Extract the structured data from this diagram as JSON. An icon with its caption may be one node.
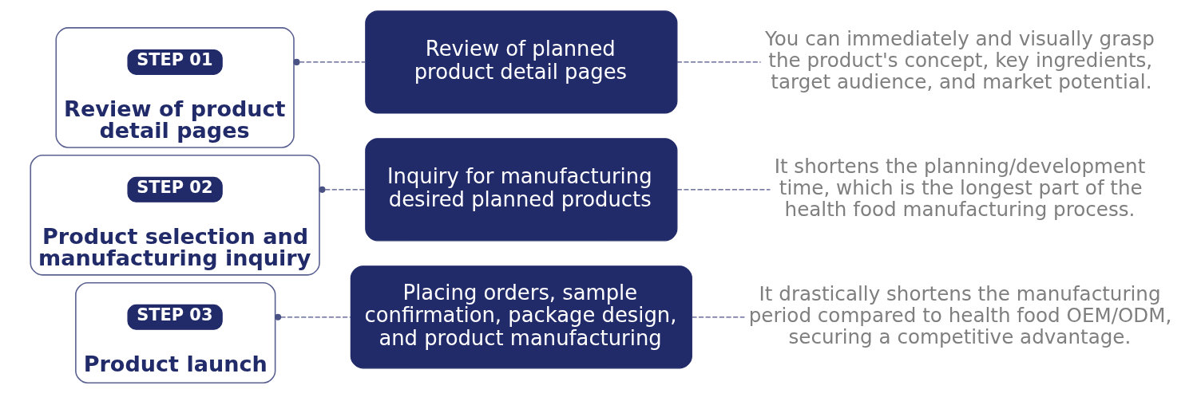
{
  "diagram": {
    "nodes": [
      {
        "text": [
          "Review of product detail pages"
        ]
      },
      {
        "text": [
          "STEP 01"
        ],
        "in": 0
      },
      {
        "text": [
          "Review of planned product detail pages"
        ]
      },
      {
        "text": [
          "You can immediately and visually grasp the product's concept, key ingredients, target audience, and market potential."
        ]
      },
      {
        "text": [
          "Product selection and manufacturing inquiry"
        ]
      },
      {
        "text": [
          "STEP 02"
        ],
        "in": 4
      },
      {
        "text": [
          "Inquiry for manufacturing desired planned products"
        ]
      },
      {
        "text": [
          "It shortens the planning/development time, which is the longest part of the health food manufacturing process."
        ]
      },
      {
        "text": [
          "Product launch"
        ]
      },
      {
        "text": [
          "STEP 03"
        ],
        "in": 8
      },
      {
        "text": [
          "Placing orders, sample confirmation, package design, and product manufacturing"
        ]
      },
      {
        "text": [
          "It drastically shortens the manufacturing period compared to health food OEM/ODM, securing a competitive advantage."
        ]
      }
    ],
    "edges": [
      {
        "from": 0,
        "to": 2,
        "arrow": "other",
        "style": "dashed"
      },
      {
        "from": 2,
        "to": 3,
        "arrow": "none",
        "style": "dashed"
      },
      {
        "from": 4,
        "to": 6,
        "arrow": "other",
        "style": "dashed"
      },
      {
        "from": 6,
        "to": 7,
        "arrow": "none",
        "style": "dashed"
      },
      {
        "from": 8,
        "to": 10,
        "arrow": "other",
        "style": "dashed"
      },
      {
        "from": 10,
        "to": 11,
        "arrow": "none",
        "style": "dashed"
      }
    ]
  }
}
